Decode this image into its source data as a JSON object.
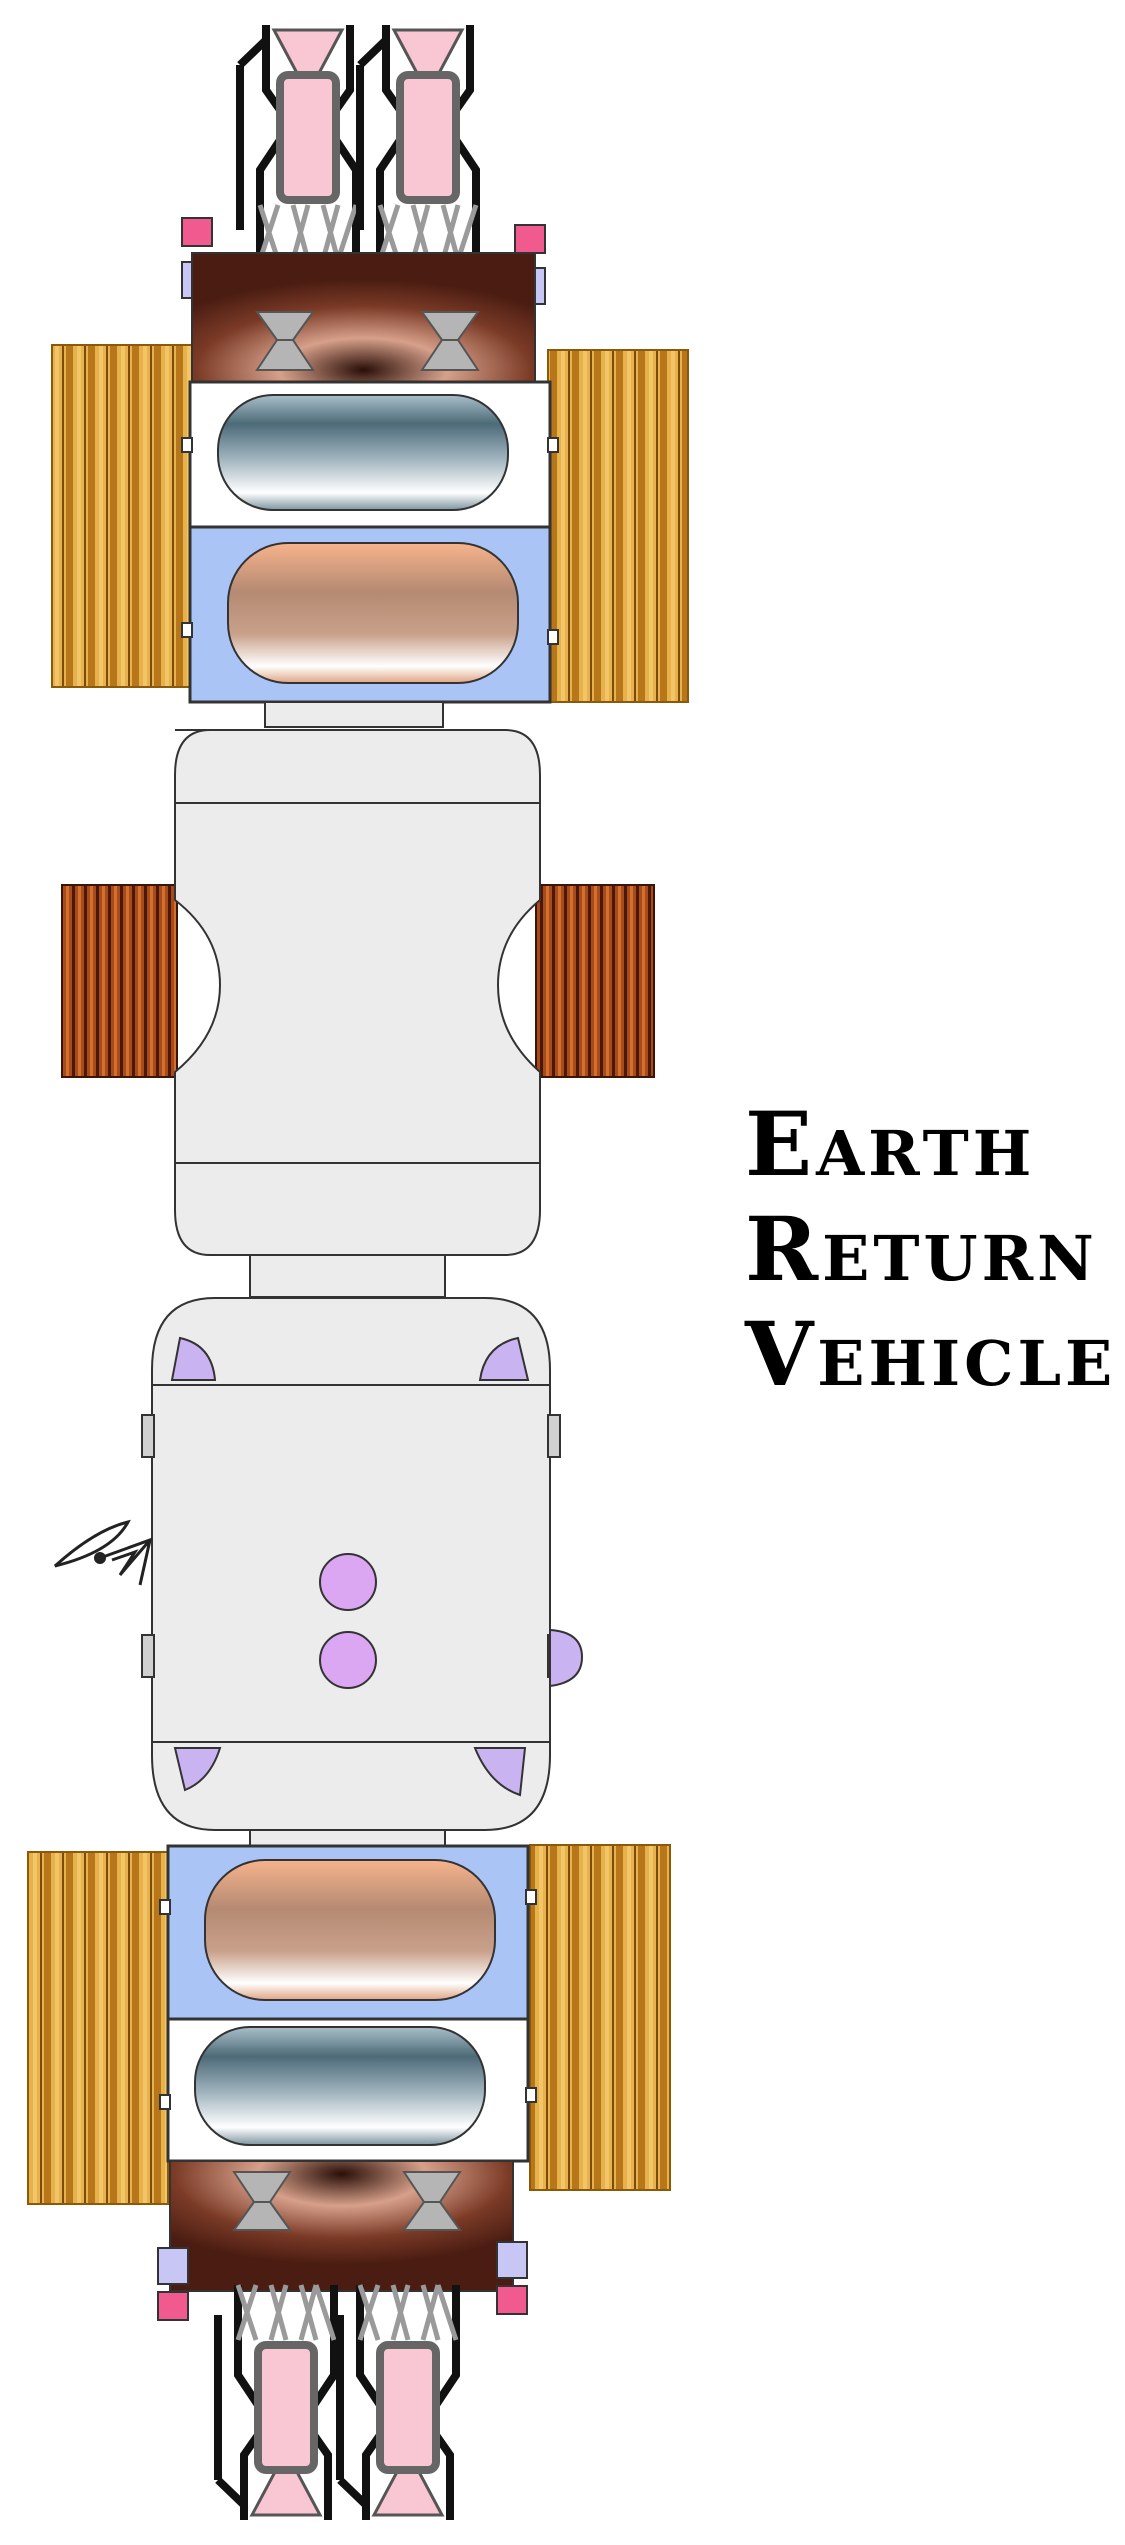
{
  "title": {
    "lines": [
      "Earth",
      "Return",
      "Vehicle"
    ]
  },
  "colors": {
    "hull": "#ececec",
    "outline": "#333333",
    "solar_gold": "#d89a2a",
    "radiator_copper": "#8a3a10",
    "engine_pink": "#f9c6d3",
    "engine_frame": "#111111",
    "block_brown": "#6b2e1f",
    "tank_bay_blue": "#a9c4f5",
    "tank_bay_white": "#ffffff",
    "steel_tank": "#6f8a99",
    "copper_tank": "#c99378",
    "port_lavender": "#c9b3f0",
    "porthole_violet": "#dba6f2",
    "indicator_pink": "#f05a8f",
    "indicator_lavender": "#c8c6f5"
  },
  "components": {
    "top_engines": "rocket-engine-icon",
    "bottom_engines": "rocket-engine-icon",
    "antenna": "satellite-dish-icon"
  }
}
